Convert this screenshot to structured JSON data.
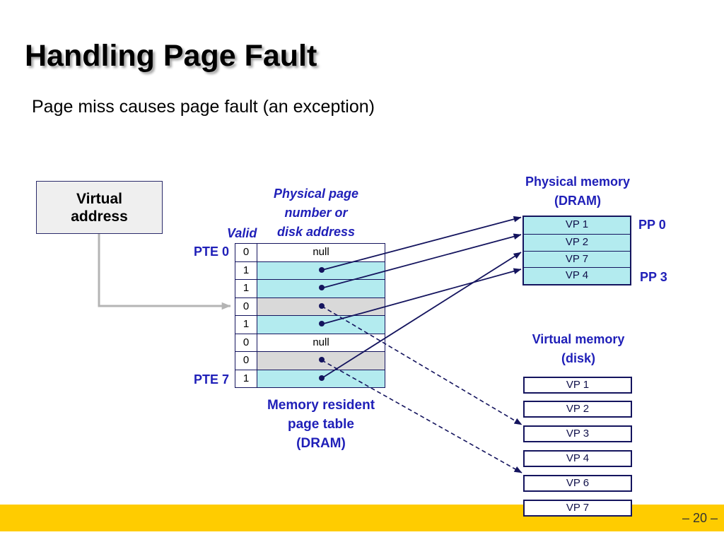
{
  "slide": {
    "title": "Handling Page Fault",
    "subtitle": "Page miss causes page fault (an exception)",
    "page_number": "– 20 –"
  },
  "virtual_address": {
    "lines": [
      "Virtual",
      "address"
    ]
  },
  "page_table": {
    "valid_header": "Valid",
    "entry_header_lines": [
      "Physical page",
      "number or",
      "disk address"
    ],
    "pte_first_label": "PTE 0",
    "pte_last_label": "PTE 7",
    "rows": [
      {
        "valid": "0",
        "entry": "null"
      },
      {
        "valid": "1"
      },
      {
        "valid": "1"
      },
      {
        "valid": "0"
      },
      {
        "valid": "1"
      },
      {
        "valid": "0",
        "entry": "null"
      },
      {
        "valid": "0"
      },
      {
        "valid": "1"
      }
    ],
    "caption_lines": [
      "Memory resident",
      "page table",
      "(DRAM)"
    ]
  },
  "physical_memory": {
    "title_lines": [
      "Physical memory",
      "(DRAM)"
    ],
    "pages": [
      "VP 1",
      "VP 2",
      "VP 7",
      "VP 4"
    ],
    "first_page_label": "PP 0",
    "last_page_label": "PP 3"
  },
  "virtual_memory": {
    "title_lines": [
      "Virtual memory",
      "(disk)"
    ],
    "pages": [
      "VP 1",
      "VP 2",
      "VP 3",
      "VP 4",
      "VP 6",
      "VP 7"
    ]
  },
  "colors": {
    "accent_text": "#1f1fb8",
    "line": "#14145e",
    "resident_fill": "#b3ebef",
    "on_disk_fill": "#d9d9d9",
    "box_fill": "#efefef",
    "footer": "#ffcc00",
    "connector": "#b4b4b4"
  }
}
